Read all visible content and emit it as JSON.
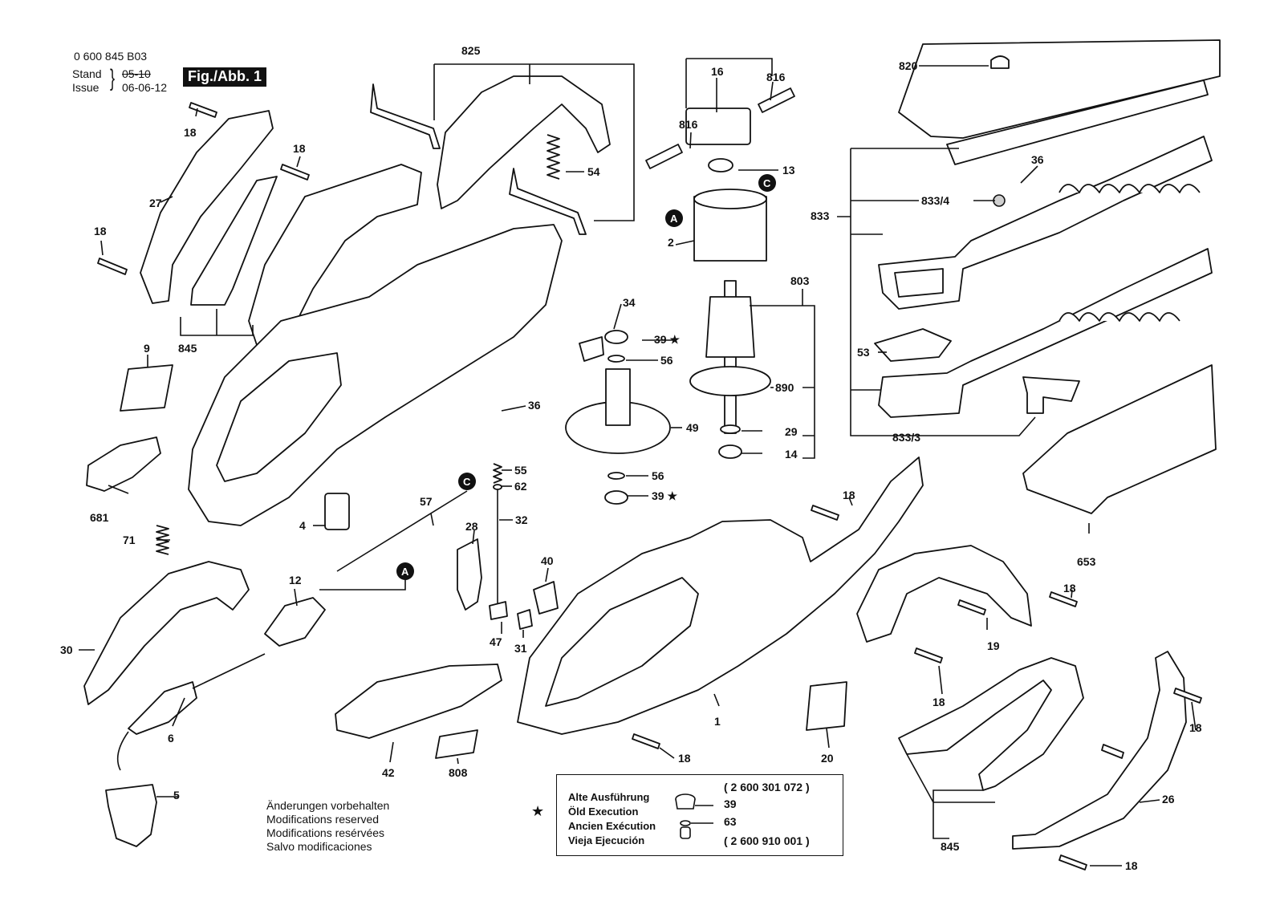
{
  "header": {
    "drawing_number": "0 600 845 B03",
    "stand_label": "Stand",
    "issue_label": "Issue",
    "old_date": "05-10",
    "date": "06-06-12",
    "figure_tag": "Fig./Abb. 1"
  },
  "modifications": [
    "Änderungen vorbehalten",
    "Modifications reserved",
    "Modifications resérvées",
    "Salvo modificaciones"
  ],
  "legend": {
    "star": "★",
    "titles": [
      "Alte Ausführung",
      "Öld Execution",
      "Ancien Exécution",
      "Vieja Ejecución"
    ],
    "part_a_number": "( 2 600 301 072 )",
    "part_a_ref": "39",
    "part_b_ref": "63",
    "part_b_number": "( 2 600 910 001 )"
  },
  "callouts": {
    "c825": "825",
    "c820": "820",
    "c16": "16",
    "c816a": "816",
    "c816b": "816",
    "c18a": "18",
    "c18b": "18",
    "c18c": "18",
    "c27": "27",
    "c54": "54",
    "c13": "13",
    "c36a": "36",
    "c833": "833",
    "c833_4": "833/4",
    "c2": "2",
    "c803": "803",
    "c845a": "845",
    "c9": "9",
    "c34": "34",
    "c39a": "39 ★",
    "c56a": "56",
    "c36b": "36",
    "c890": "890",
    "c53": "53",
    "c49": "49",
    "c29": "29",
    "c14": "14",
    "c833_3": "833/3",
    "c681": "681",
    "c55": "55",
    "c62": "62",
    "c56b": "56",
    "c39b": "39 ★",
    "c57": "57",
    "c4": "4",
    "c32": "32",
    "c28": "28",
    "c18d": "18",
    "c653": "653",
    "c71": "71",
    "c40": "40",
    "c12": "12",
    "c18e": "18",
    "c30": "30",
    "c47": "47",
    "c31": "31",
    "c19": "19",
    "c18f": "18",
    "c6": "6",
    "c1": "1",
    "c18g": "18",
    "c18h": "18",
    "c42": "42",
    "c808": "808",
    "c20": "20",
    "c5": "5",
    "c26": "26",
    "c845b": "845",
    "c18i": "18",
    "mA1": "A",
    "mA2": "A",
    "mC1": "C",
    "mC2": "C"
  }
}
